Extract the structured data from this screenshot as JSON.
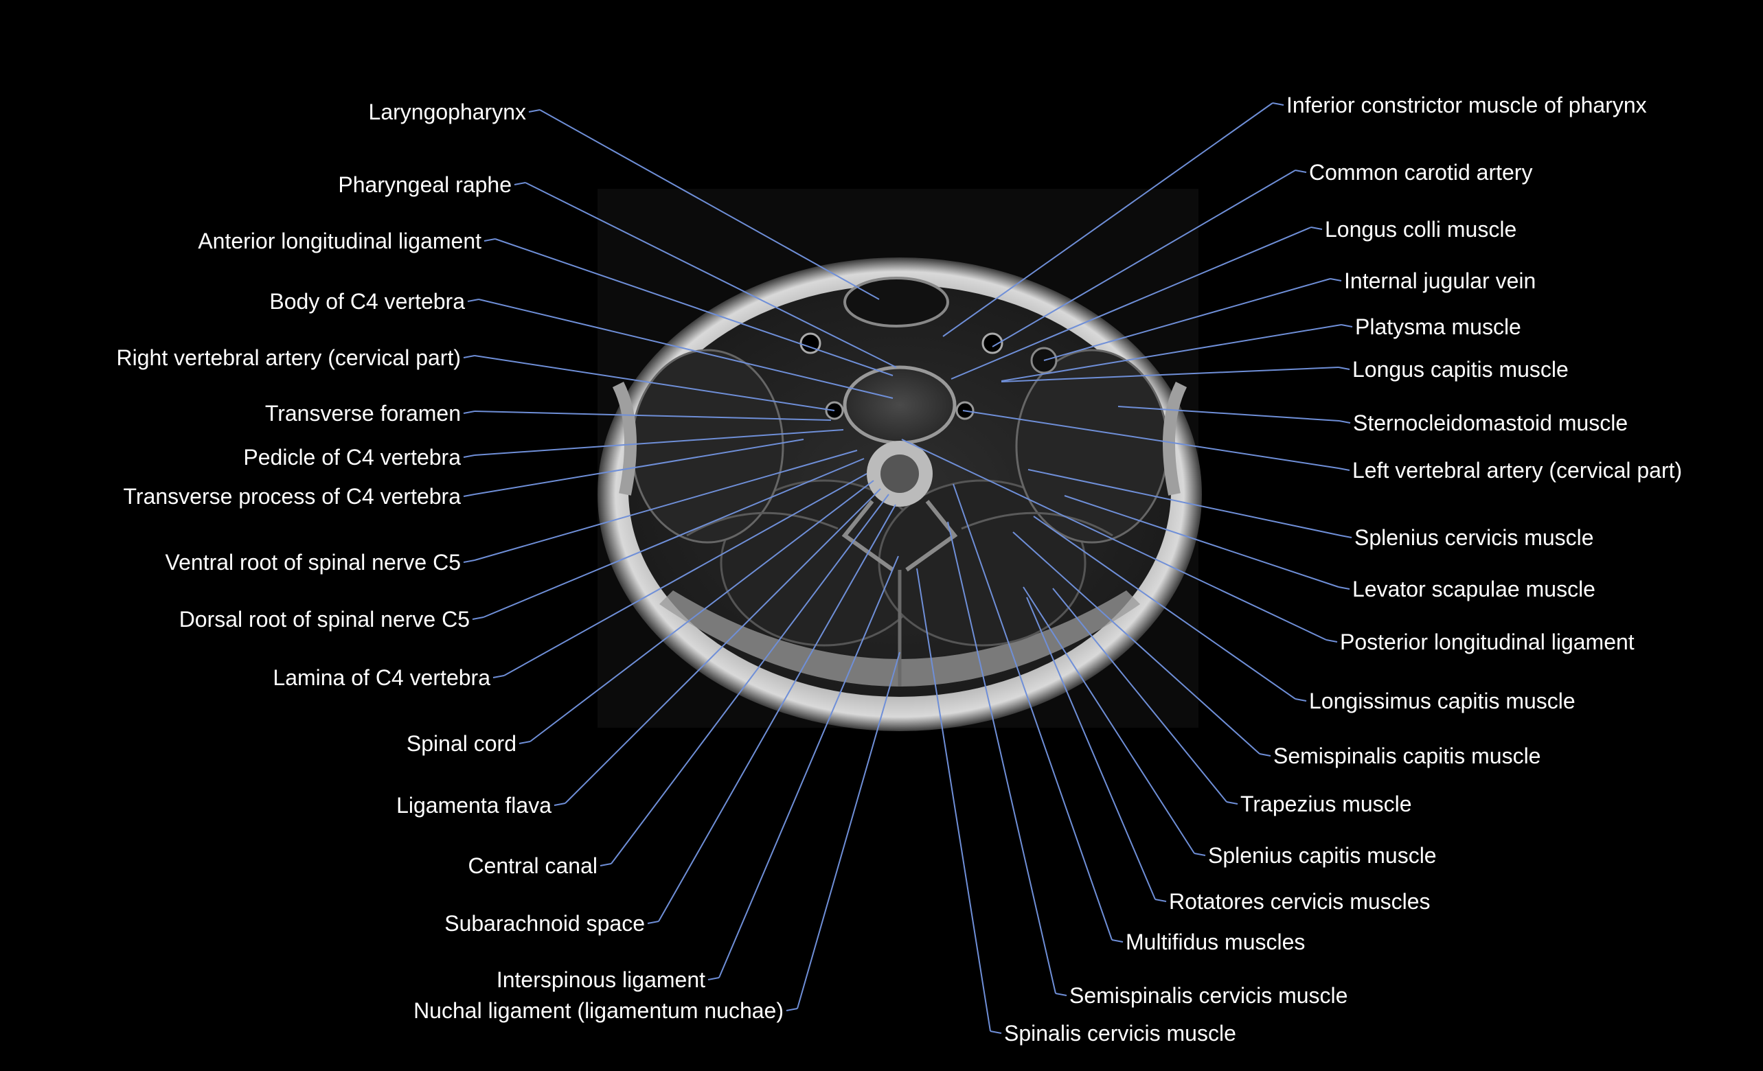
{
  "figure": {
    "background_color": "#000000",
    "leader_line_color": "#6f8fd8",
    "image_content": "MRI axial cross-section of the neck at the level of the C4 vertebra"
  },
  "left_labels": [
    "Laryngopharynx",
    "Pharyngeal raphe",
    "Anterior longitudinal ligament",
    "Body of C4 vertebra",
    "Right vertebral artery (cervical part)",
    "Transverse foramen",
    "Pedicle of C4 vertebra",
    "Transverse process of C4 vertebra",
    "Ventral root of spinal nerve C5",
    "Dorsal root of spinal nerve C5",
    "Lamina of C4 vertebra",
    "Spinal cord",
    "Ligamenta flava",
    "Central canal",
    "Subarachnoid space",
    "Interspinous ligament",
    "Nuchal ligament (ligamentum nuchae)"
  ],
  "right_labels": [
    "Inferior constrictor muscle of pharynx",
    "Common carotid artery",
    "Longus colli muscle",
    "Internal jugular vein",
    "Platysma muscle",
    "Longus capitis muscle",
    "Sternocleidomastoid muscle",
    "Left vertebral artery (cervical part)",
    "Splenius cervicis muscle",
    "Levator scapulae muscle",
    "Posterior longitudinal ligament",
    "Longissimus capitis muscle",
    "Semispinalis capitis muscle",
    "Trapezius muscle",
    "Splenius capitis muscle",
    "Rotatores cervicis muscles",
    "Multifidus muscles",
    "Semispinalis cervicis muscle",
    "Spinalis cervicis muscle"
  ]
}
